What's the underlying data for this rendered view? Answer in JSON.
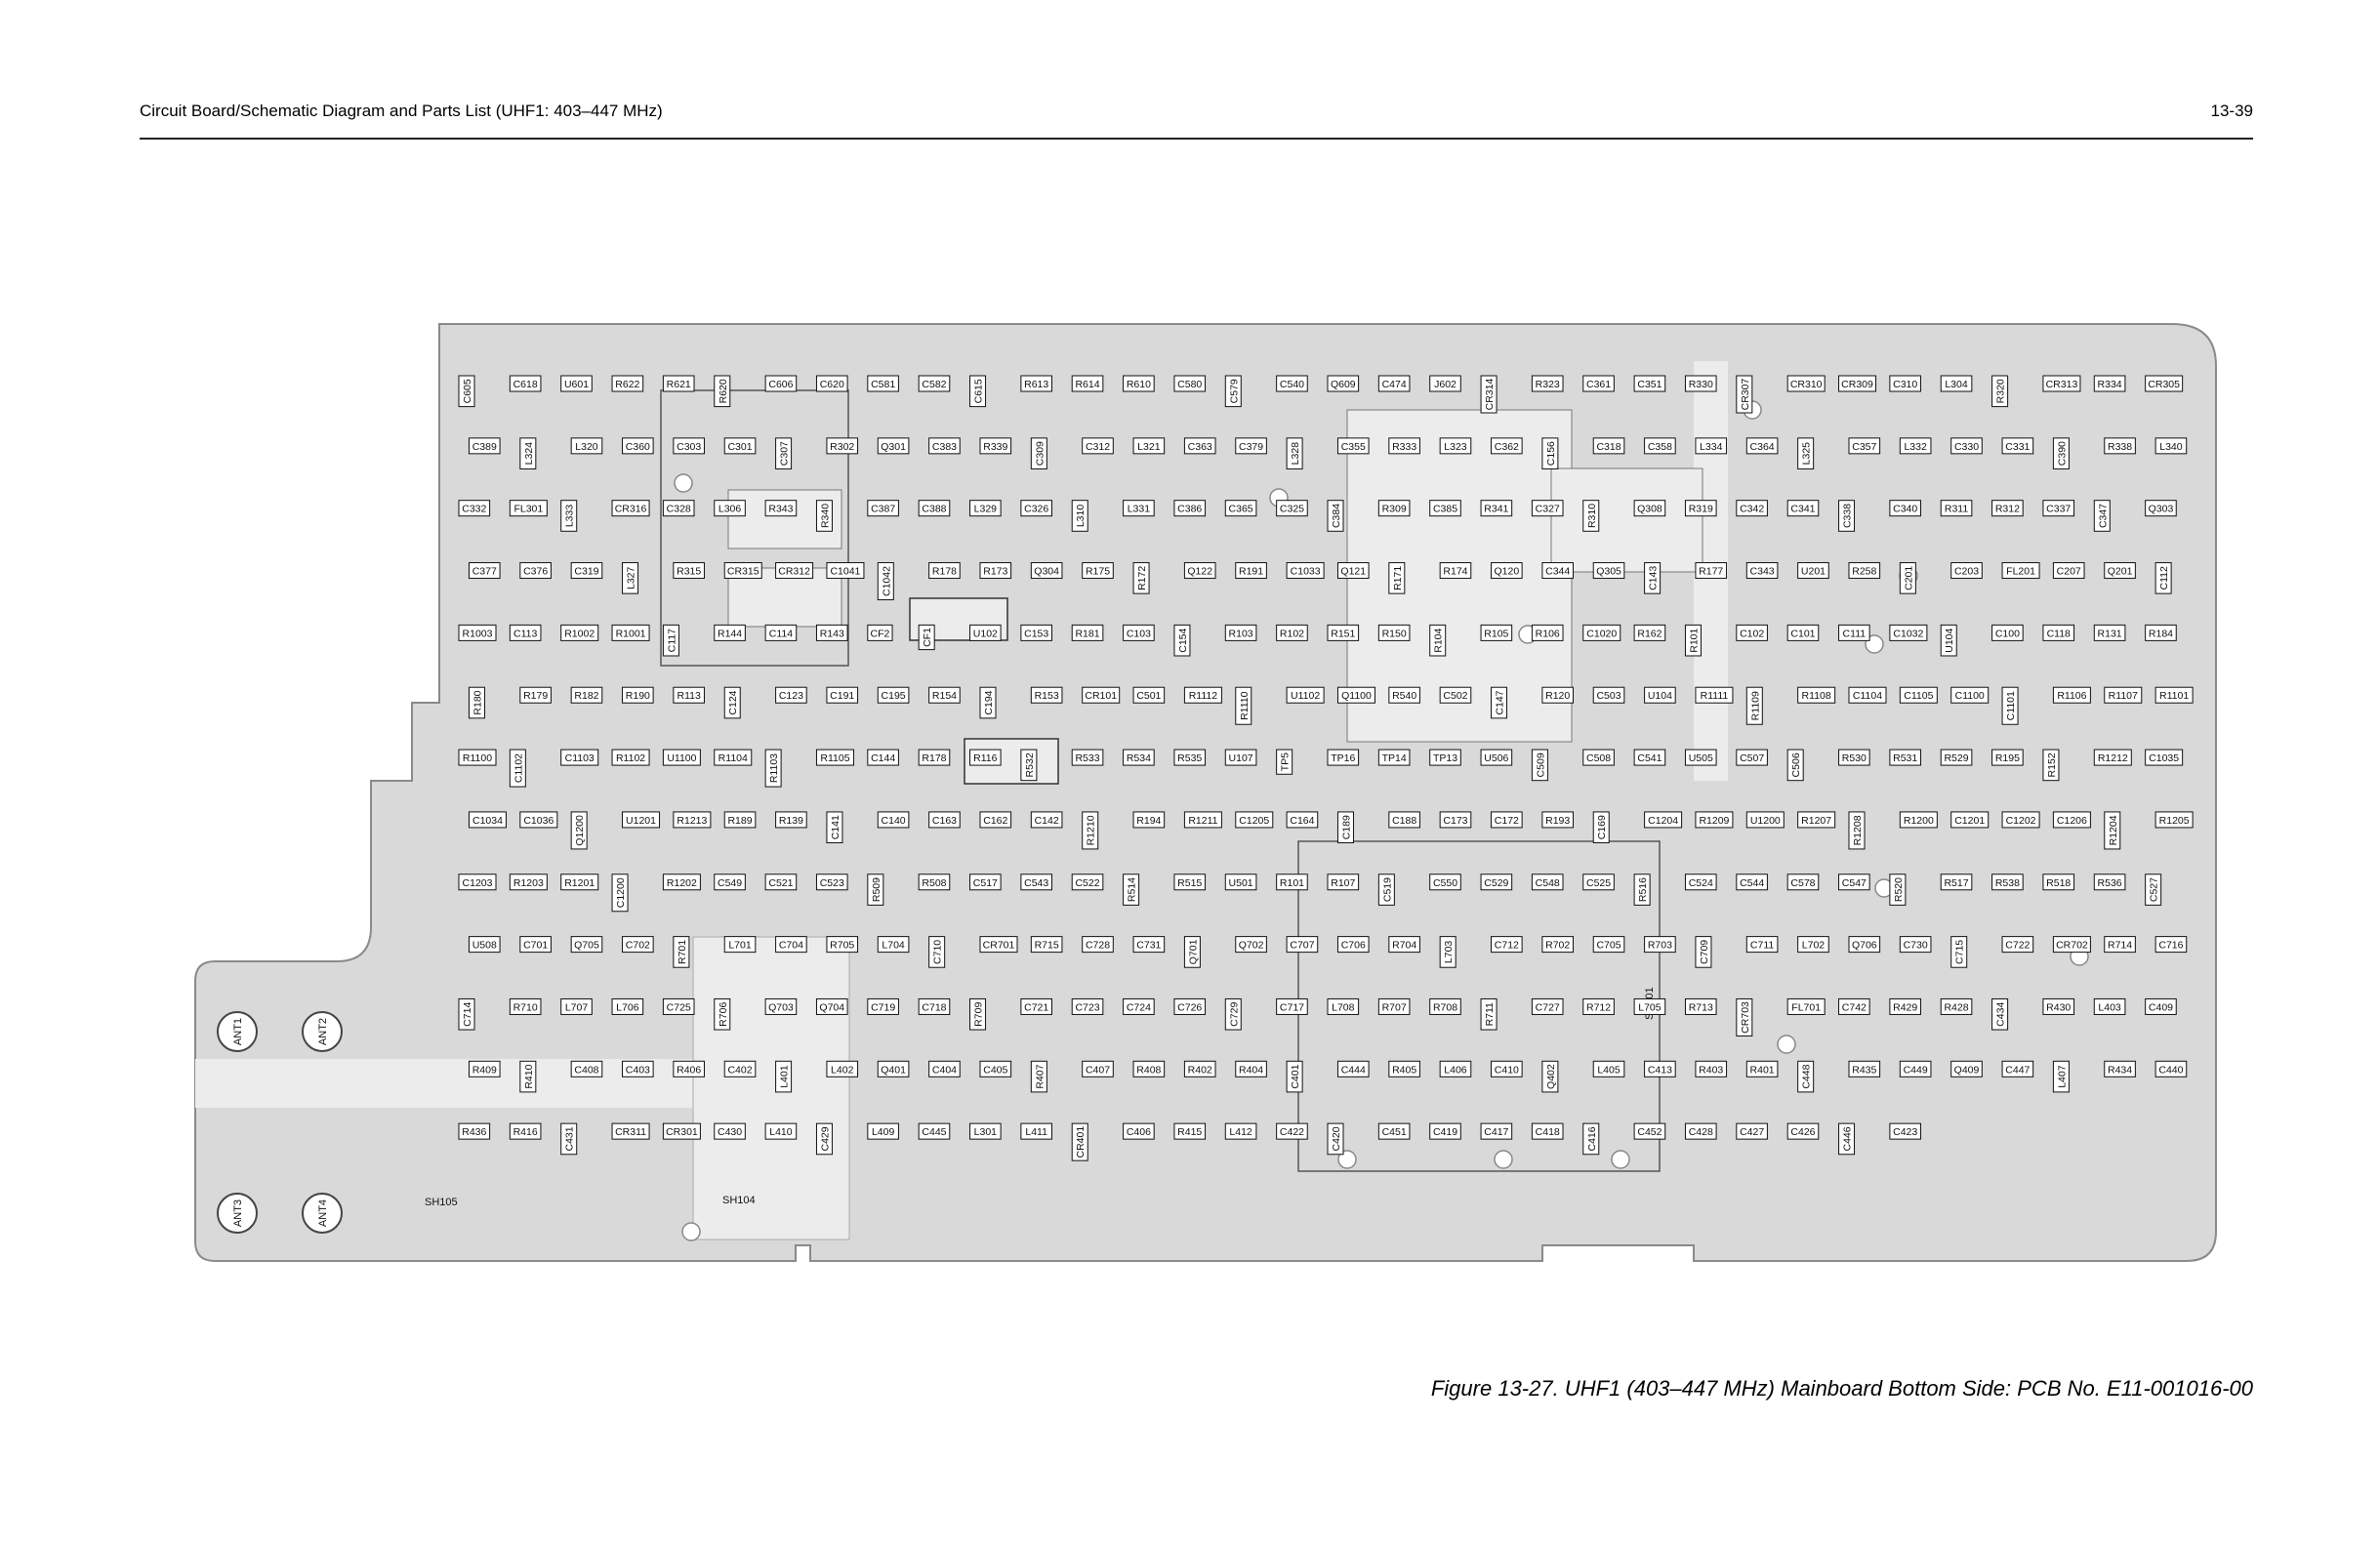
{
  "header": {
    "title": "Circuit Board/Schematic Diagram and Parts List (UHF1: 403–447 MHz)",
    "page": "13-39"
  },
  "caption": "Figure 13-27. UHF1 (403–447 MHz) Mainboard Bottom Side: PCB No. E11-001016-00",
  "colors": {
    "board": "#d9d9d9",
    "outline": "#8a8a8a",
    "label_fill": "#ffffff",
    "ink": "#111111"
  },
  "antennas": [
    "ANT1",
    "ANT2",
    "ANT3",
    "ANT4"
  ],
  "shields": [
    "SH105",
    "SH104",
    "SH101"
  ],
  "components": [
    "C605",
    "C618",
    "U601",
    "R622",
    "R621",
    "R620",
    "C606",
    "C620",
    "C581",
    "C582",
    "C615",
    "R613",
    "R614",
    "R610",
    "C580",
    "C579",
    "C540",
    "Q609",
    "C474",
    "J602",
    "CR314",
    "R323",
    "C361",
    "C351",
    "R330",
    "CR307",
    "CR310",
    "CR309",
    "C310",
    "L304",
    "R320",
    "CR313",
    "R334",
    "CR305",
    "C389",
    "L324",
    "L320",
    "C360",
    "C303",
    "C301",
    "C307",
    "R302",
    "Q301",
    "C383",
    "R339",
    "C309",
    "C312",
    "L321",
    "C363",
    "C379",
    "L328",
    "C355",
    "R333",
    "L323",
    "C362",
    "C156",
    "C318",
    "C358",
    "L334",
    "C364",
    "L325",
    "C357",
    "L332",
    "C330",
    "C331",
    "C390",
    "R338",
    "L340",
    "C332",
    "FL301",
    "L333",
    "CR316",
    "C328",
    "L306",
    "R343",
    "R340",
    "C387",
    "C388",
    "L329",
    "C326",
    "L310",
    "L331",
    "C386",
    "C365",
    "C325",
    "C384",
    "R309",
    "C385",
    "R341",
    "C327",
    "R310",
    "Q308",
    "R319",
    "C342",
    "C341",
    "C338",
    "C340",
    "R311",
    "R312",
    "C337",
    "C347",
    "Q303",
    "C377",
    "C376",
    "C319",
    "L327",
    "R315",
    "CR315",
    "CR312",
    "C1041",
    "C1042",
    "R178",
    "R173",
    "Q304",
    "R175",
    "R172",
    "Q122",
    "R191",
    "C1033",
    "Q121",
    "R171",
    "R174",
    "Q120",
    "C344",
    "Q305",
    "C143",
    "R177",
    "C343",
    "U201",
    "R258",
    "C201",
    "C203",
    "FL201",
    "C207",
    "Q201",
    "C112",
    "R1003",
    "C113",
    "R1002",
    "R1001",
    "C117",
    "R144",
    "C114",
    "R143",
    "CF2",
    "CF1",
    "U102",
    "C153",
    "R181",
    "C103",
    "C154",
    "R103",
    "R102",
    "R151",
    "R150",
    "R104",
    "R105",
    "R106",
    "C1020",
    "R162",
    "R101",
    "C102",
    "C101",
    "C111",
    "C1032",
    "U104",
    "C100",
    "C118",
    "R131",
    "R184",
    "R180",
    "R179",
    "R182",
    "R190",
    "R113",
    "C124",
    "C123",
    "C191",
    "C195",
    "R154",
    "C194",
    "R153",
    "CR101",
    "C501",
    "R1112",
    "R1110",
    "U1102",
    "Q1100",
    "R540",
    "C502",
    "C147",
    "R120",
    "C503",
    "U104",
    "R1111",
    "R1109",
    "R1108",
    "C1104",
    "C1105",
    "C1100",
    "C1101",
    "R1106",
    "R1107",
    "R1101",
    "R1100",
    "C1102",
    "C1103",
    "R1102",
    "U1100",
    "R1104",
    "R1103",
    "R1105",
    "C144",
    "R178",
    "R116",
    "R532",
    "R533",
    "R534",
    "R535",
    "U107",
    "TP5",
    "TP16",
    "TP14",
    "TP13",
    "U506",
    "C509",
    "C508",
    "C541",
    "U505",
    "C507",
    "C506",
    "R530",
    "R531",
    "R529",
    "R195",
    "R152",
    "R1212",
    "C1035",
    "C1034",
    "C1036",
    "Q1200",
    "U1201",
    "R1213",
    "R189",
    "R139",
    "C141",
    "C140",
    "C163",
    "C162",
    "C142",
    "R1210",
    "R194",
    "R1211",
    "C1205",
    "C164",
    "C189",
    "C188",
    "C173",
    "C172",
    "R193",
    "C169",
    "C1204",
    "R1209",
    "U1200",
    "R1207",
    "R1208",
    "R1200",
    "C1201",
    "C1202",
    "C1206",
    "R1204",
    "R1205",
    "C1203",
    "R1203",
    "R1201",
    "C1200",
    "R1202",
    "C549",
    "C521",
    "C523",
    "R509",
    "R508",
    "C517",
    "C543",
    "C522",
    "R514",
    "R515",
    "U501",
    "R101",
    "R107",
    "C519",
    "C550",
    "C529",
    "C548",
    "C525",
    "R516",
    "C524",
    "C544",
    "C578",
    "C547",
    "R520",
    "R517",
    "R538",
    "R518",
    "R536",
    "C527",
    "U508",
    "C701",
    "Q705",
    "C702",
    "R701",
    "L701",
    "C704",
    "R705",
    "L704",
    "C710",
    "CR701",
    "R715",
    "C728",
    "C731",
    "Q701",
    "Q702",
    "C707",
    "C706",
    "R704",
    "L703",
    "C712",
    "R702",
    "C705",
    "R703",
    "C709",
    "C711",
    "L702",
    "Q706",
    "C730",
    "C715",
    "C722",
    "CR702",
    "R714",
    "C716",
    "C714",
    "R710",
    "L707",
    "L706",
    "C725",
    "R706",
    "Q703",
    "Q704",
    "C719",
    "C718",
    "R709",
    "C721",
    "C723",
    "C724",
    "C726",
    "C729",
    "C717",
    "L708",
    "R707",
    "R708",
    "R711",
    "C727",
    "R712",
    "L705",
    "R713",
    "CR703",
    "FL701",
    "C742",
    "R429",
    "R428",
    "C434",
    "R430",
    "L403",
    "C409",
    "R409",
    "R410",
    "C408",
    "C403",
    "R406",
    "C402",
    "L401",
    "L402",
    "Q401",
    "C404",
    "C405",
    "R407",
    "C407",
    "R408",
    "R402",
    "R404",
    "C401",
    "C444",
    "R405",
    "L406",
    "C410",
    "Q402",
    "L405",
    "C413",
    "R403",
    "R401",
    "C448",
    "R435",
    "C449",
    "Q409",
    "C447",
    "L407",
    "R434",
    "C440",
    "R436",
    "R416",
    "C431",
    "CR311",
    "CR301",
    "C430",
    "L410",
    "C429",
    "L409",
    "C445",
    "L301",
    "L411",
    "CR401",
    "C406",
    "R415",
    "L412",
    "C422",
    "C420",
    "C451",
    "C419",
    "C417",
    "C418",
    "C416",
    "C452",
    "C428",
    "C427",
    "C426",
    "C446",
    "C423"
  ]
}
